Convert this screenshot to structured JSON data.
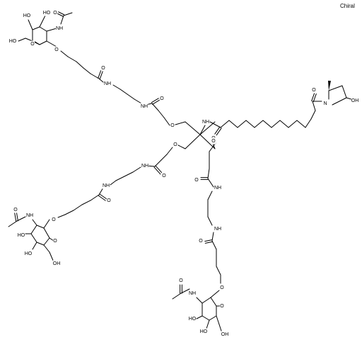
{
  "chiral_flag": "Chiral",
  "atoms": {
    "pyrrolidine_n": "N",
    "pyrrolidine_oh": "OH",
    "methyl": "",
    "amide_o1": "O",
    "amide_o2": "O",
    "amide_o3": "O",
    "amide_o4": "O",
    "amide_o5": "O",
    "amide_o6": "O",
    "amide_o7": "O",
    "amide_o8": "O",
    "nh1": "NH",
    "nh2": "NH",
    "nh3": "NH",
    "nh4": "NH",
    "nh5": "NH",
    "nh6": "NH",
    "nh7": "NH",
    "ether_o1": "O",
    "ether_o2": "O",
    "ether_o3": "O",
    "sug1_ring_o": "O",
    "sug1_glyco_o": "O",
    "sug1_oh1": "HO",
    "sug1_oh2": "HO",
    "sug1_oh3": "HO",
    "sug1_ac_o": "O",
    "sug1_nh": "NH",
    "sug2_ring_o": "O",
    "sug2_glyco_o": "O",
    "sug2_oh1": "HO",
    "sug2_oh2": "HO",
    "sug2_oh3": "OH",
    "sug2_ac_o": "O",
    "sug2_nh": "NH",
    "sug3_ring_o": "O",
    "sug3_glyco_o": "O",
    "sug3_oh1": "HO",
    "sug3_oh2": "HO",
    "sug3_oh3": "OH",
    "sug3_ac_o": "O",
    "sug3_nh": "NH"
  }
}
